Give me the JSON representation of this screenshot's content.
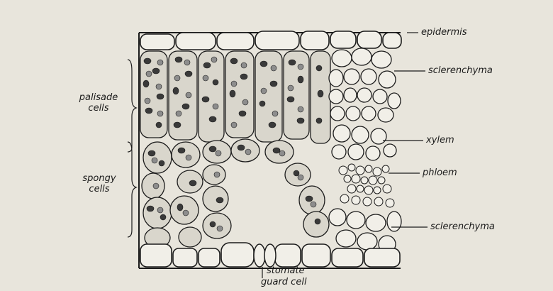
{
  "figure": {
    "left_labels": {
      "palisade": [
        "palisade",
        "cells"
      ],
      "spongy": [
        "spongy",
        "cells"
      ]
    },
    "right_labels": {
      "epidermis": "epidermis",
      "sclerenchyma_top": "sclerenchyma",
      "xylem": "xylem",
      "phloem": "phloem",
      "sclerenchyma_bottom": "sclerenchyma"
    },
    "bottom_labels": {
      "stomate": "stomate",
      "guard_cell": "guard cell"
    },
    "colors": {
      "background": "#e8e5dc",
      "ink": "#1c1c1c",
      "chloroplast_dark": "#3a3a3a",
      "chloroplast_light": "#8d8d8d"
    }
  }
}
